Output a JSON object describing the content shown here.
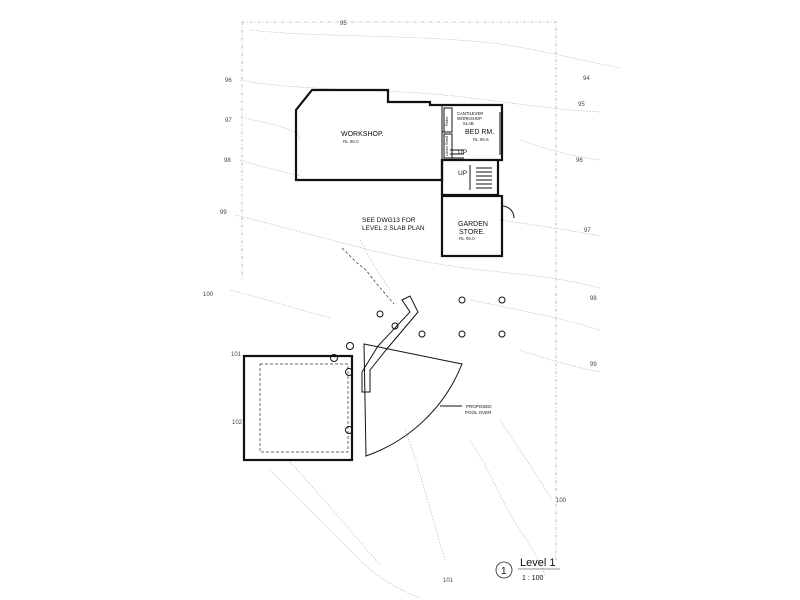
{
  "rooms": {
    "workshop": {
      "name": "WORKSHOP.",
      "rl": "RL 96.0"
    },
    "bedroom": {
      "name": "BED RM.",
      "rl": "RL 96.6"
    },
    "garden_store": {
      "name": "GARDEN",
      "name2": "STORE.",
      "rl": "RL 96.0"
    },
    "cantilever_note": [
      "CANTILEVER",
      "WORKSHOP",
      "SLAB"
    ],
    "robe": "Robe",
    "linen": "Linen Shelf"
  },
  "stairs": {
    "up_upper": "UP",
    "up_lower": "UP"
  },
  "notes": {
    "slab_ref": [
      "SEE DWG13 FOR",
      "LEVEL 2 SLAB PLAN"
    ],
    "pool": [
      "PROPOSED",
      "POOL OVER"
    ]
  },
  "contour_values": {
    "top": "95",
    "left_96": "96",
    "left_97": "97",
    "left_98": "98",
    "left_99": "99",
    "left_100": "100",
    "left_101": "101",
    "left_102": "102",
    "right_94": "94",
    "right_95": "95",
    "right_96": "96",
    "right_97": "97",
    "right_98": "98",
    "right_99": "99",
    "right_100": "100",
    "bottom_101": "101"
  },
  "title_block": {
    "number": "1",
    "title": "Level 1",
    "scale": "1 : 100"
  }
}
